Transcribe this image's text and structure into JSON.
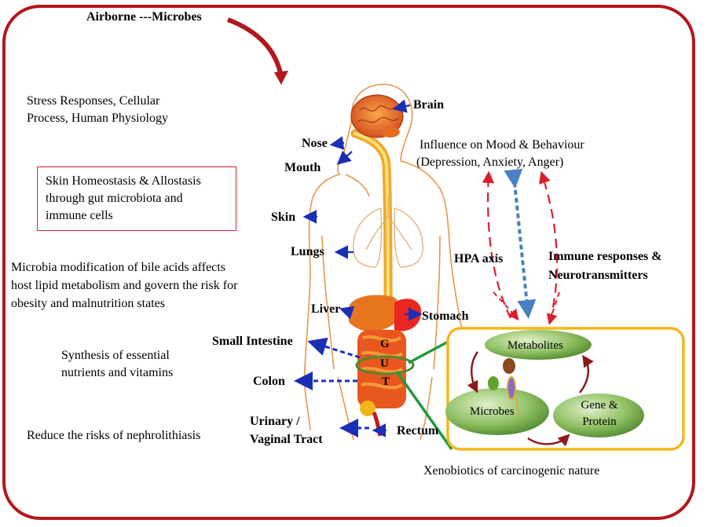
{
  "title": "Airborne ---Microbes",
  "left_notes": {
    "stress": [
      "Stress Responses, Cellular",
      "Process, Human Physiology"
    ],
    "skin_box": [
      "Skin Homeostasis & Allostasis",
      "through gut microbiota and",
      "immune cells"
    ],
    "bile": [
      "Microbia modification of bile acids affects",
      "host lipid metabolism and govern the risk for",
      "obesity and malnutrition states"
    ],
    "synthesis": [
      "Synthesis of essential",
      "nutrients and vitamins"
    ],
    "nephro": "Reduce the risks of nephrolithiasis"
  },
  "organs": {
    "brain": "Brain",
    "nose": "Nose",
    "mouth": "Mouth",
    "skin": "Skin",
    "lungs": "Lungs",
    "liver": "Liver",
    "stomach": "Stomach",
    "small_intestine": "Small Intestine",
    "colon": "Colon",
    "urinary": [
      "Urinary /",
      "Vaginal Tract"
    ],
    "rectum": "Rectum"
  },
  "gut_letters": [
    "G",
    "U",
    "T"
  ],
  "right": {
    "mood": [
      "Influence on Mood  & Behaviour",
      "(Depression, Anxiety, Anger)"
    ],
    "hpa": "HPA axis",
    "immune": [
      "Immune responses &",
      "Neurotransmitters"
    ],
    "cycle": {
      "metabolites": "Metabolites",
      "microbes": "Microbes",
      "gene": [
        "Gene &",
        "Protein"
      ]
    },
    "xeno": "Xenobiotics of carcinogenic nature"
  },
  "colors": {
    "frame": "#b3171c",
    "arrow_blue": "#1b2fb5",
    "cycle_box": "#f2b81c",
    "ellipse_green": "#4e8a2f",
    "link_green": "#1e9b3a",
    "hpa_red": "#d8202a",
    "hpa_blue": "#4a7fc1"
  }
}
